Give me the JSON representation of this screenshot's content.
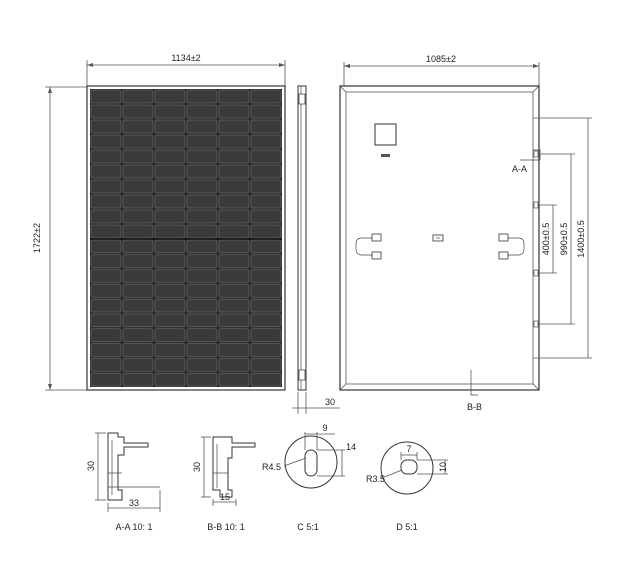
{
  "front_view": {
    "width_dim": "1134±2",
    "height_dim": "1722±2",
    "cell_columns": 6,
    "cell_rows_per_half": 10
  },
  "side_view": {
    "thickness_dim": "30"
  },
  "back_view": {
    "width_dim": "1085±2",
    "dim_400": "400±0.5",
    "dim_990": "990±0.5",
    "dim_1400": "1400±0.5",
    "section_aa": "A-A",
    "section_bb": "B-B"
  },
  "details": {
    "aa": {
      "caption": "A-A 10: 1",
      "height": "30",
      "width": "33"
    },
    "bb": {
      "caption": "B-B 10: 1",
      "height": "30",
      "width": "15"
    },
    "c": {
      "caption": "C 5:1",
      "radius": "R4.5",
      "dim_top": "9",
      "dim_right": "14"
    },
    "d": {
      "caption": "D 5:1",
      "radius": "R3.5",
      "dim_top": "7",
      "dim_right": "10"
    }
  },
  "colors": {
    "cell_fill": "#3a3a3a",
    "cell_edge": "#777777",
    "frame": "#333333"
  }
}
